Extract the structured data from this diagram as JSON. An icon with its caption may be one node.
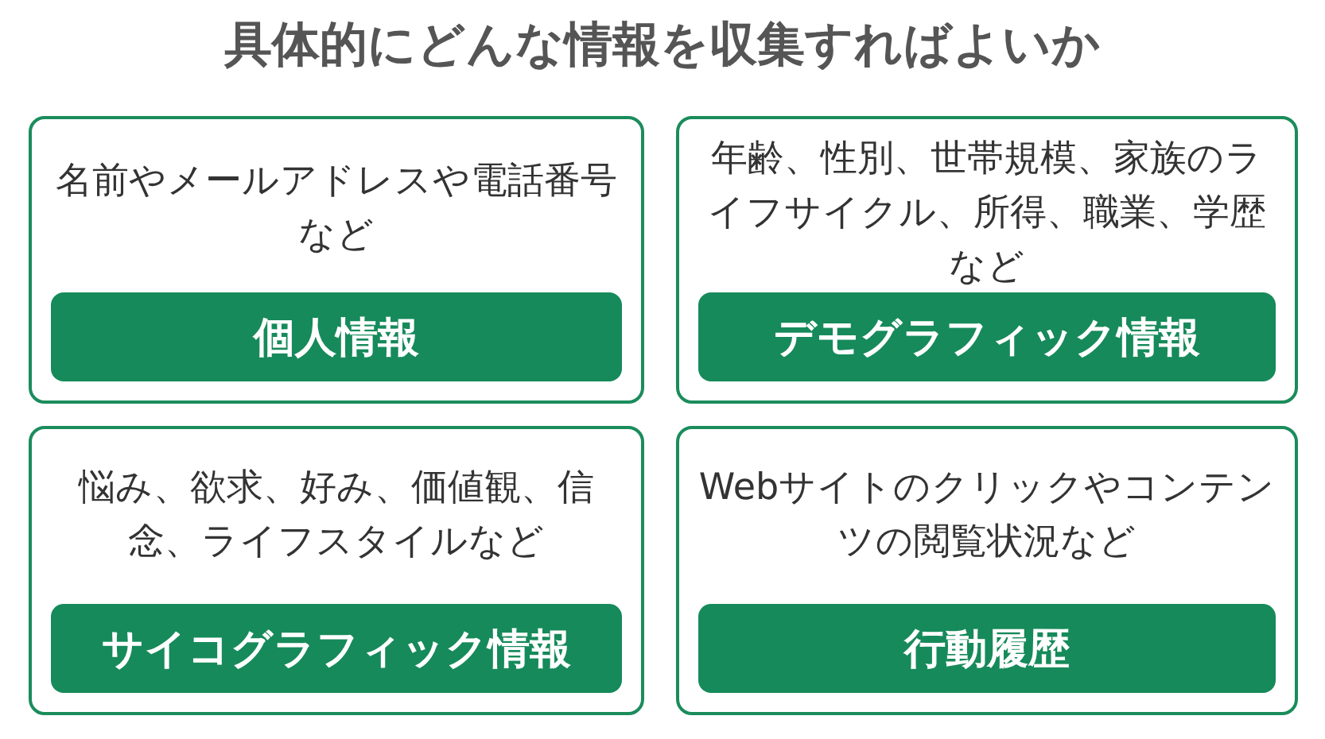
{
  "diagram": {
    "title": "具体的にどんな情報を収集すればよいか",
    "nodes": [
      {
        "text": [
          "名前やメールアドレスや電話番号など"
        ]
      },
      {
        "text": [
          "個人情報"
        ],
        "in": 0
      },
      {
        "text": [
          "年齢、性別、世帯規模、家族のライフサイクル、所得、職業、学歴など"
        ]
      },
      {
        "text": [
          "デモグラフィック情報"
        ],
        "in": 2
      },
      {
        "text": [
          "悩み、欲求、好み、価値観、信念、ライフスタイルなど"
        ]
      },
      {
        "text": [
          "サイコグラフィック情報"
        ],
        "in": 4
      },
      {
        "text": [
          "Webサイトのクリックやコンテンツの閲覧状況など"
        ]
      },
      {
        "text": [
          "行動履歴"
        ],
        "in": 6
      }
    ]
  }
}
